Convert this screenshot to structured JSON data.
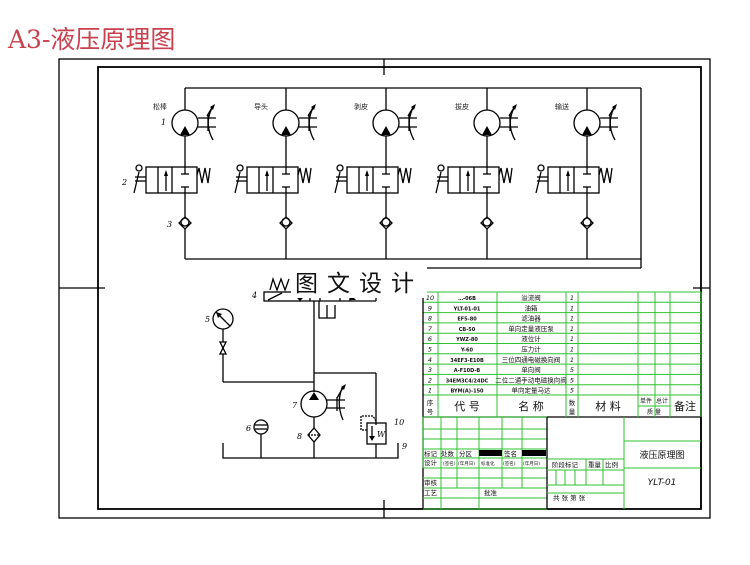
{
  "page_title": "A3-液压原理图",
  "watermark": "图文设计",
  "branches": [
    {
      "label": "松棒"
    },
    {
      "label": "导头"
    },
    {
      "label": "剥皮"
    },
    {
      "label": "拔皮"
    },
    {
      "label": "输送"
    }
  ],
  "part_numbers": {
    "motor": "1",
    "valve": "2",
    "check_valve": "3",
    "main_valve": "4",
    "gauge": "5",
    "level_meter": "6",
    "pump": "7",
    "filter": "8",
    "tank": "9",
    "relief_valve": "10"
  },
  "parts_list": {
    "rows": [
      {
        "no": "10",
        "code": "…-06B",
        "name": "溢流阀",
        "qty": "1"
      },
      {
        "no": "9",
        "code": "YLT-01-01",
        "name": "油箱",
        "qty": "1"
      },
      {
        "no": "8",
        "code": "EF5-80",
        "name": "滤油器",
        "qty": "1"
      },
      {
        "no": "7",
        "code": "CB-50",
        "name": "单向定量液压泵",
        "qty": "1"
      },
      {
        "no": "6",
        "code": "YWZ-80",
        "name": "液位计",
        "qty": "1"
      },
      {
        "no": "5",
        "code": "Y-60",
        "name": "压力计",
        "qty": "1"
      },
      {
        "no": "4",
        "code": "34EF3-E10B",
        "name": "三位四通电磁换向阀",
        "qty": "1"
      },
      {
        "no": "3",
        "code": "A-F10D-B",
        "name": "单向阀",
        "qty": "5"
      },
      {
        "no": "2",
        "code": "34EM3C4/24DC",
        "name": "二位二通手动电磁换向阀",
        "qty": "5"
      },
      {
        "no": "1",
        "code": "BYM(A)-150",
        "name": "单向定量马达",
        "qty": "5"
      }
    ],
    "header": {
      "no": "序号",
      "code": "代 号",
      "name": "名 称",
      "qty": "数量",
      "material": "材 料",
      "unit_weight": "单件",
      "total_weight": "总计",
      "weight": "质 量",
      "remarks": "备注"
    }
  },
  "title_block": {
    "mark": "标记",
    "count": "处数",
    "zone": "分区",
    "signature": "签名",
    "design": "设计",
    "sign_name": "(签名)",
    "date": "(年月日)",
    "standardize": "标准化",
    "stage_mark": "阶段标记",
    "weight": "重量",
    "scale": "比例",
    "review": "审核",
    "process": "工艺",
    "approve": "批准",
    "sheets": "共  张  第  张",
    "drawing_name": "液压原理图",
    "drawing_no": "YLT-01"
  }
}
